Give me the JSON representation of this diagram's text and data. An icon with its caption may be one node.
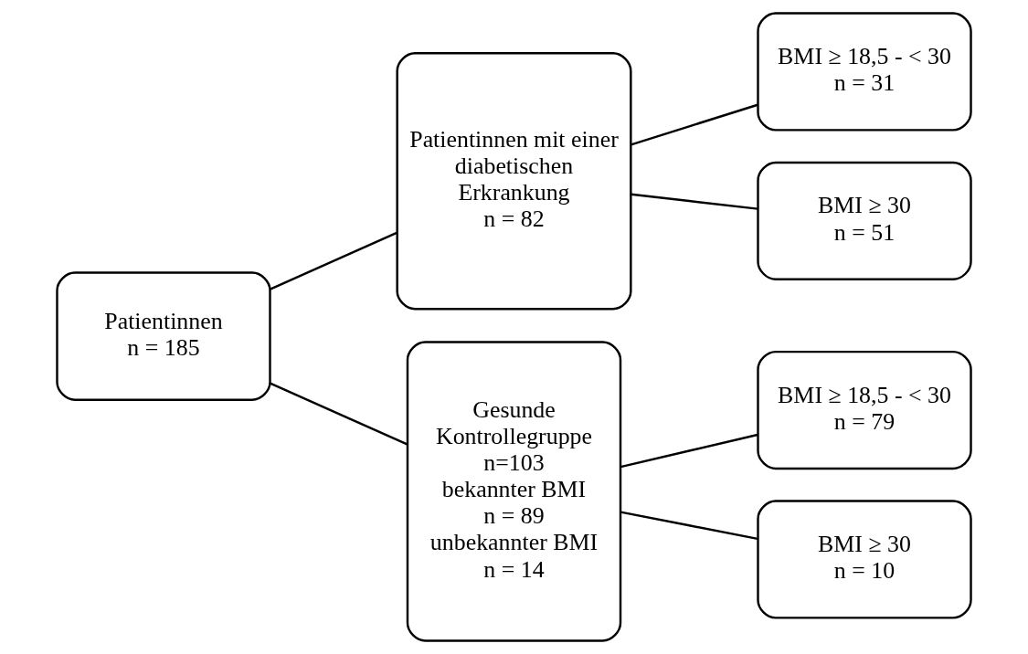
{
  "diagram": {
    "nodes": [
      {
        "text": [
          "Patientinnen",
          "n = 185"
        ]
      },
      {
        "text": [
          "Patientinnen mit einer diabetischen Erkrankung",
          "n = 82"
        ]
      },
      {
        "text": [
          "Gesunde Kontrollegruppe",
          "n=103",
          "bekannter BMI",
          "n = 89",
          "unbekannter BMI",
          "n = 14"
        ]
      },
      {
        "text": [
          "BMI ≥ 18,5 - < 30",
          "n = 31"
        ]
      },
      {
        "text": [
          "BMI ≥ 30",
          "n = 51"
        ]
      },
      {
        "text": [
          "BMI ≥ 18,5 - < 30",
          "n = 79"
        ]
      },
      {
        "text": [
          "BMI ≥ 30",
          "n = 10"
        ]
      }
    ],
    "edges": [
      {
        "from": 0,
        "to": 1,
        "arrow": "none"
      },
      {
        "from": 0,
        "to": 2,
        "arrow": "none"
      },
      {
        "from": 1,
        "to": 3,
        "arrow": "none"
      },
      {
        "from": 1,
        "to": 4,
        "arrow": "none"
      },
      {
        "from": 2,
        "to": 5,
        "arrow": "none"
      },
      {
        "from": 2,
        "to": 6,
        "arrow": "none"
      }
    ]
  }
}
